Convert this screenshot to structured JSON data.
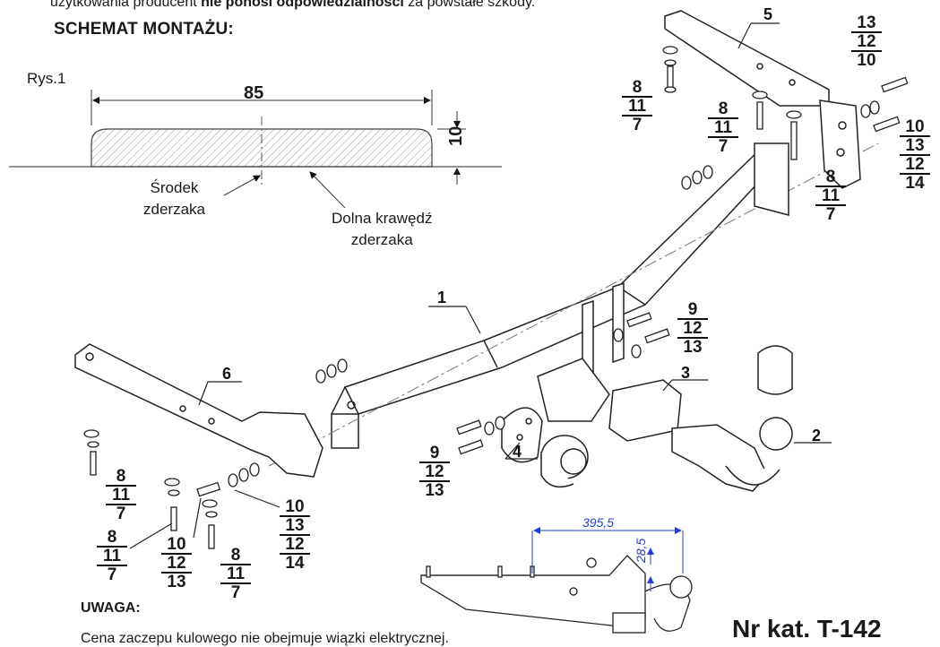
{
  "top_note": {
    "prefix": "użytkowania producent ",
    "bold": "nie ponosi odpowiedzialności",
    "suffix": " za powstałe szkody."
  },
  "heading": "SCHEMAT MONTAŻU:",
  "figure": {
    "label": "Rys.1",
    "dim_width": "85",
    "dim_height": "10",
    "center_label": [
      "Środek",
      "zderzaka"
    ],
    "edge_label": [
      "Dolna krawędź",
      "zderzaka"
    ]
  },
  "parts": {
    "p1": "1",
    "p2": "2",
    "p3": "3",
    "p4": "4",
    "p5": "5",
    "p6": "6"
  },
  "stacks": {
    "s_top_left": [
      "8",
      "11",
      "7"
    ],
    "s_top_mid": [
      "8",
      "11",
      "7"
    ],
    "s_top_right_upper": [
      "13",
      "12",
      "10"
    ],
    "s_right_mid": [
      "8",
      "11",
      "7"
    ],
    "s_right_lower": [
      "10",
      "13",
      "12",
      "14"
    ],
    "s_center_right": [
      "9",
      "12",
      "13"
    ],
    "s_center_left": [
      "9",
      "12",
      "13"
    ],
    "s_bl_1": [
      "8",
      "11",
      "7"
    ],
    "s_bl_2": [
      "8",
      "11",
      "7"
    ],
    "s_bl_3": [
      "10",
      "12",
      "13"
    ],
    "s_bl_4": [
      "8",
      "11",
      "7"
    ],
    "s_bl_5": [
      "10",
      "13",
      "12",
      "14"
    ]
  },
  "dimension": {
    "length": "395,5",
    "height": "28,5"
  },
  "note_title": "UWAGA:",
  "note_text": "Cena zaczepu kulowego nie obejmuje wiązki elektrycznej.",
  "catalog": "Nr kat. T-142"
}
